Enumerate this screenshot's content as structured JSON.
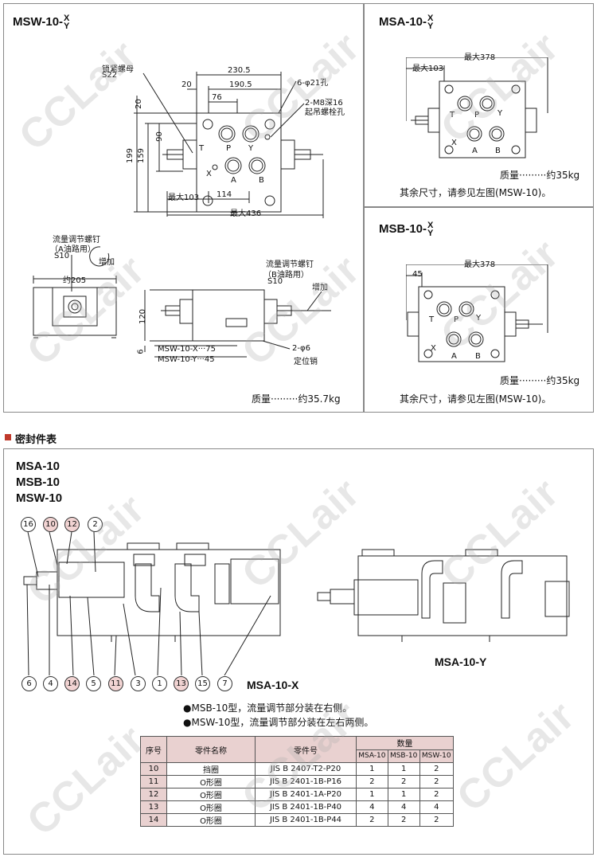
{
  "top": {
    "msw": {
      "title": "MSW-10-",
      "x": "X",
      "y": "Y",
      "lock_nut_label": "锁紧螺母",
      "lock_nut_size": "S22",
      "dim_2305": "230.5",
      "dim_1905": "190.5",
      "dim_20_top": "20",
      "dim_76": "76",
      "hole_6": "6-φ21孔",
      "m8": "2-M8深16",
      "lift_bolt": "起吊螺栓孔",
      "dim_20_side": "20",
      "dim_90": "90",
      "dim_199": "199",
      "dim_159": "159",
      "max103": "最大103",
      "dim_114": "114",
      "max436": "最大436",
      "port_t": "T",
      "port_p": "P",
      "port_y": "Y",
      "port_x": "X",
      "port_a": "A",
      "port_b": "B",
      "flow_a_1": "流量调节螺钉",
      "flow_a_2": "（A油路用）",
      "flow_a_3": "S10",
      "increase_a": "增加",
      "about205": "约205",
      "flow_b_1": "流量调节螺钉",
      "flow_b_2": "（B油路用）",
      "flow_b_3": "S10",
      "increase_b": "增加",
      "dim_120": "120",
      "dim_6": "6",
      "msw_x": "MSW-10-X···75",
      "msw_y": "MSW-10-Y···45",
      "pin_1": "2-φ6",
      "pin_2": "定位销",
      "mass": "质量·········约35.7kg"
    },
    "msa": {
      "title": "MSA-10-",
      "x": "X",
      "y": "Y",
      "max378": "最大378",
      "max103": "最大103",
      "port_t": "T",
      "port_p": "P",
      "port_y": "Y",
      "port_x": "X",
      "port_a": "A",
      "port_b": "B",
      "mass": "质量·········约35kg",
      "ref": "其余尺寸，请参见左图(MSW-10)。"
    },
    "msb": {
      "title": "MSB-10-",
      "x": "X",
      "y": "Y",
      "max378": "最大378",
      "dim_45": "45",
      "port_t": "T",
      "port_p": "P",
      "port_y": "Y",
      "port_x": "X",
      "port_a": "A",
      "port_b": "B",
      "mass": "质量·········约35kg",
      "ref": "其余尺寸，请参见左图(MSW-10)。"
    }
  },
  "seal": {
    "heading": "密封件表",
    "models": [
      "MSA-10",
      "MSB-10",
      "MSW-10"
    ],
    "top_callouts": [
      {
        "n": "16",
        "pink": false
      },
      {
        "n": "10",
        "pink": true
      },
      {
        "n": "12",
        "pink": true
      },
      {
        "n": "2",
        "pink": false
      }
    ],
    "bottom_callouts": [
      {
        "n": "6",
        "pink": false
      },
      {
        "n": "4",
        "pink": false
      },
      {
        "n": "14",
        "pink": true
      },
      {
        "n": "5",
        "pink": false
      },
      {
        "n": "11",
        "pink": true
      },
      {
        "n": "3",
        "pink": false
      },
      {
        "n": "1",
        "pink": false
      },
      {
        "n": "13",
        "pink": true
      },
      {
        "n": "15",
        "pink": false
      },
      {
        "n": "7",
        "pink": false
      }
    ],
    "label_x": "MSA-10-X",
    "label_y": "MSA-10-Y",
    "note1": "●MSB-10型，流量调节部分装在右侧。",
    "note2": "●MSW-10型，流量调节部分装在左右两侧。",
    "table": {
      "h_no": "序号",
      "h_name": "零件名称",
      "h_part": "零件号",
      "h_qty": "数量",
      "h_sub": [
        "MSA-10",
        "MSB-10",
        "MSW-10"
      ],
      "rows": [
        {
          "no": "10",
          "name": "挡圈",
          "part": "JIS B 2407-T2-P20",
          "a": "1",
          "b": "1",
          "w": "2"
        },
        {
          "no": "11",
          "name": "O形圈",
          "part": "JIS B 2401-1B-P16",
          "a": "2",
          "b": "2",
          "w": "2"
        },
        {
          "no": "12",
          "name": "O形圈",
          "part": "JIS B 2401-1A-P20",
          "a": "1",
          "b": "1",
          "w": "2"
        },
        {
          "no": "13",
          "name": "O形圈",
          "part": "JIS B 2401-1B-P40",
          "a": "4",
          "b": "4",
          "w": "4"
        },
        {
          "no": "14",
          "name": "O形圈",
          "part": "JIS B 2401-1B-P44",
          "a": "2",
          "b": "2",
          "w": "2"
        }
      ]
    }
  },
  "watermark": "CCLair",
  "colors": {
    "accent": "#c0392b",
    "table_header": "#e9d1d0",
    "callout_pink": "#f2d4d3"
  }
}
